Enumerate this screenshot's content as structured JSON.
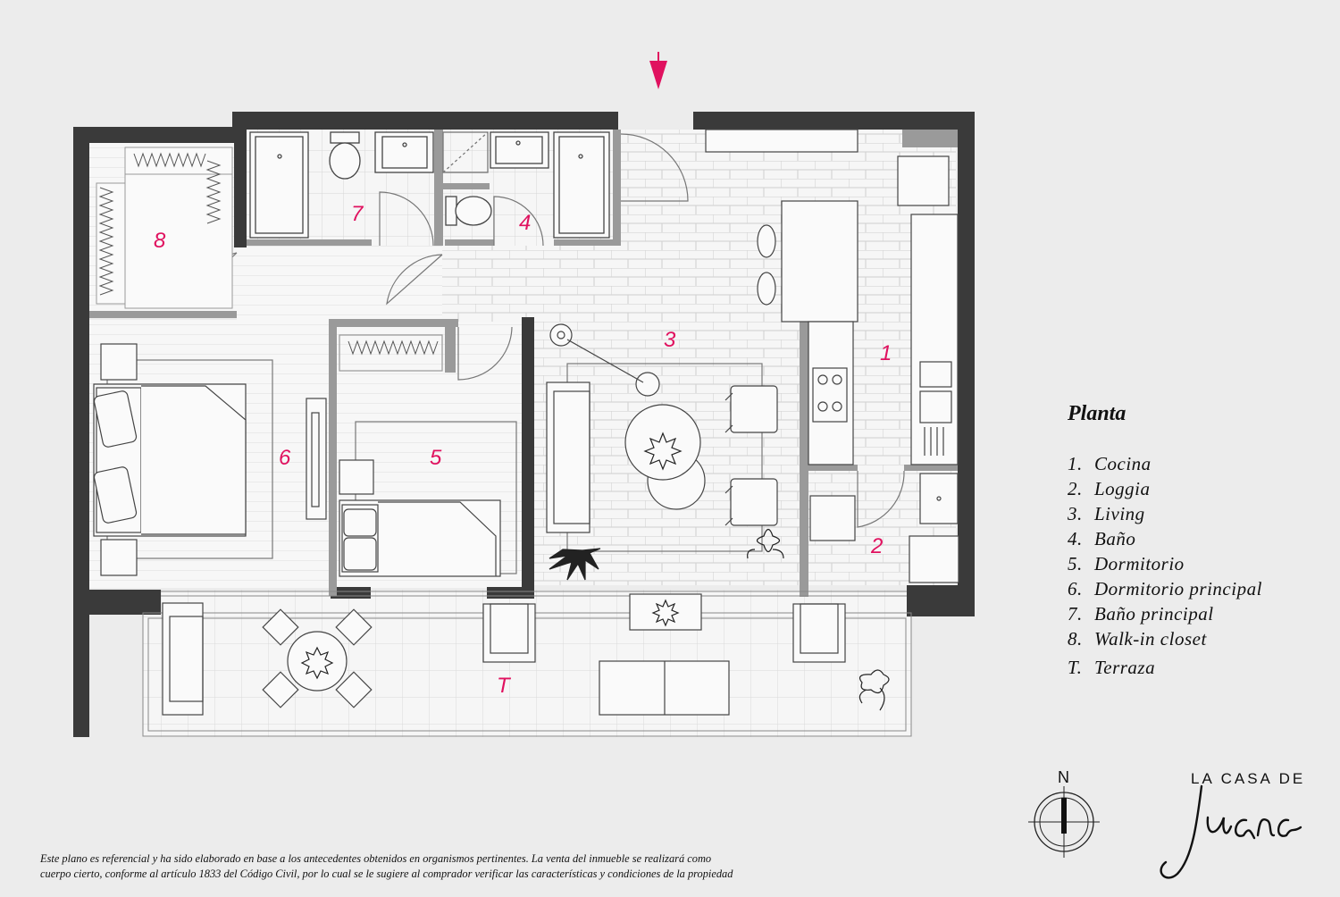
{
  "legend": {
    "title": "Planta",
    "items": [
      {
        "num": "1.",
        "label": "Cocina"
      },
      {
        "num": "2.",
        "label": "Loggia"
      },
      {
        "num": "3.",
        "label": "Living"
      },
      {
        "num": "4.",
        "label": "Baño"
      },
      {
        "num": "5.",
        "label": "Dormitorio"
      },
      {
        "num": "6.",
        "label": "Dormitorio principal"
      },
      {
        "num": "7.",
        "label": "Baño principal"
      },
      {
        "num": "8.",
        "label": "Walk-in closet"
      },
      {
        "num": "T.",
        "label": "Terraza"
      }
    ]
  },
  "room_labels": {
    "r1": "1",
    "r2": "2",
    "r3": "3",
    "r4": "4",
    "r5": "5",
    "r6": "6",
    "r7": "7",
    "r8": "8",
    "rT": "T"
  },
  "compass": {
    "label": "N"
  },
  "logo": {
    "top": "LA CASA DE",
    "script": "Juana"
  },
  "disclaimer": {
    "line1": "Este plano es referencial y ha sido elaborado en base a los antecedentes obtenidos en organismos pertinentes.  La venta del inmueble se realizará como",
    "line2": "cuerpo cierto, conforme al artículo 1833 del Código Civil, por lo cual se le sugiere al comprador verificar las características y condiciones de la propiedad"
  },
  "colors": {
    "wall": "#3a3a3a",
    "accent": "#e0115f",
    "background": "#ececec",
    "floor": "#f7f7f7"
  }
}
